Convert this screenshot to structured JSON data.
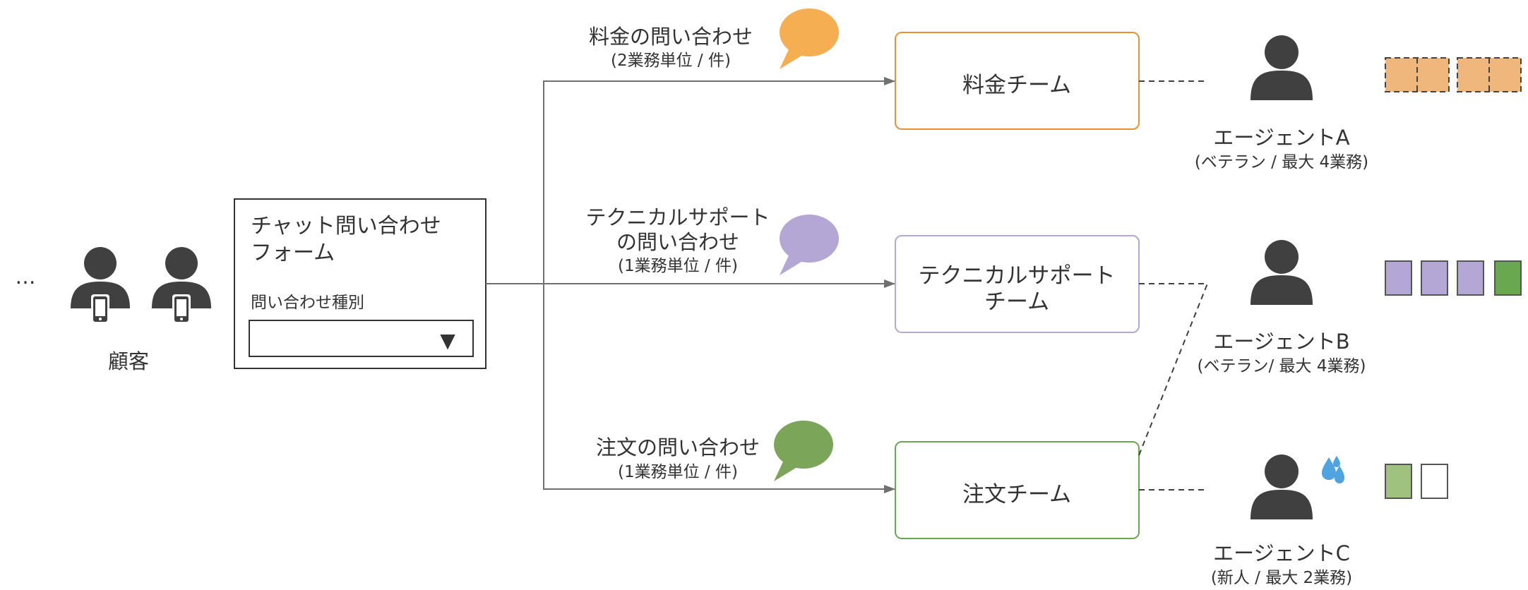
{
  "diagram": {
    "ellipsis": "…",
    "customer": {
      "label": "顧客"
    },
    "form": {
      "title_line1": "チャット問い合わせ",
      "title_line2": "フォーム",
      "field_label": "問い合わせ種別",
      "dropdown_arrow": "▼",
      "selected_value": ""
    },
    "inquiries": {
      "billing": {
        "line1": "料金の問い合わせ",
        "line2": "(2業務単位 / 件)",
        "color": "#F5AE52"
      },
      "tech": {
        "line1": "テクニカルサポート",
        "line2": "の問い合わせ",
        "line3": "(1業務単位 / 件)",
        "color": "#B4A7D6"
      },
      "order": {
        "line1": "注文の問い合わせ",
        "line2": "(1業務単位 / 件)",
        "color": "#7BA65A"
      }
    },
    "teams": {
      "billing": {
        "label": "料金チーム",
        "color": "#E69138"
      },
      "tech": {
        "line1": "テクニカルサポート",
        "line2": "チーム",
        "color": "#B4A7D6"
      },
      "order": {
        "label": "注文チーム",
        "color": "#6AA84F"
      }
    },
    "agents": {
      "a": {
        "name": "エージェントA",
        "detail": "(ベテラン / 最大 4業務)"
      },
      "b": {
        "name": "エージェントB",
        "detail": "(ベテラン/ 最大 4業務)"
      },
      "c": {
        "name": "エージェントC",
        "detail": "(新人 / 最大 2業務)"
      }
    },
    "workload": {
      "agent_a": [
        "billing",
        "billing",
        "billing",
        "billing"
      ],
      "agent_b": [
        "tech",
        "tech",
        "tech",
        "order"
      ],
      "agent_c": [
        "order",
        "empty"
      ]
    },
    "colors": {
      "person": "#404040",
      "line": "#707070",
      "sweat": "#4FA3E0",
      "task_billing": "#F0B77C",
      "task_tech": "#B4A7D6",
      "task_order": "#6AA84F",
      "task_order_light": "#9FC37F"
    },
    "icons": [
      "person-icon",
      "smartphone-icon",
      "speech-bubble-icon",
      "sweat-drops-icon",
      "dropdown-arrow-icon"
    ]
  }
}
